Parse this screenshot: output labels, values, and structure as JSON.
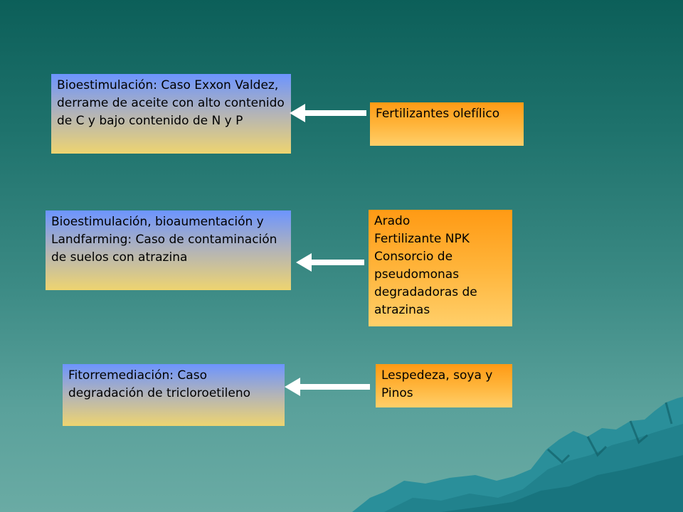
{
  "rows": [
    {
      "process": "Bioestimulación:  Caso Exxon Valdez, derrame de aceite con alto contenido de C y bajo contenido de N y P",
      "inputs": "Fertilizantes olefílico"
    },
    {
      "process": "Bioestimulación, bioaumentación y Landfarming: Caso de contaminación de suelos con atrazina",
      "inputs": "Arado\nFertilizante NPK\nConsorcio de pseudomonas degradadoras de atrazinas"
    },
    {
      "process": "Fitorremediación: Caso degradación de tricloroetileno",
      "inputs": "Lespedeza, soya y Pinos"
    }
  ],
  "colors": {
    "background_top": "#0c5f59",
    "background_bottom": "#6aaba4",
    "process_box_top": "#6c94ff",
    "process_box_bottom": "#eed470",
    "input_box_top": "#ff9a14",
    "input_box_bottom": "#ffcf6a",
    "arrow": "#ffffff"
  }
}
